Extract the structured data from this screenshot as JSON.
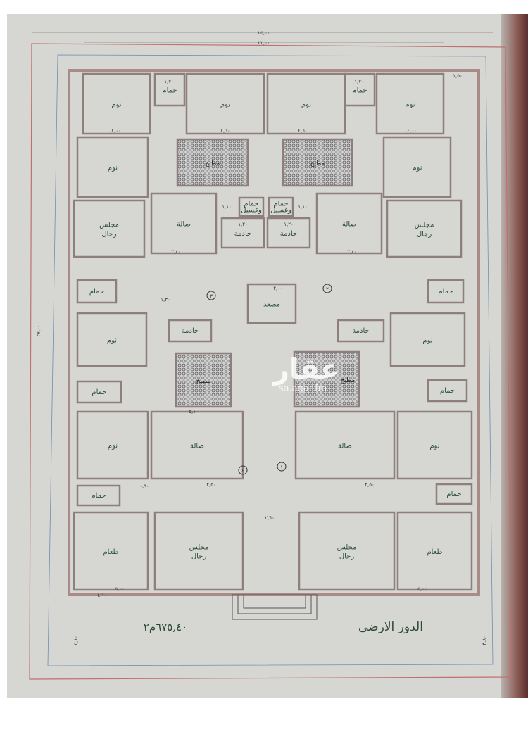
{
  "plan": {
    "title": "الدور الارضى",
    "area": "٦٧٥,٤٠م٢",
    "overall_width": "٢٥,٠٠",
    "inner_width": "٢٢,٠٠",
    "side_length": "٢٧,٠٠",
    "setback": "٣,٨٠",
    "rooms": {
      "bedroom": "نوم",
      "kitchen": "مطبخ",
      "living": "صالة",
      "majlis": "مجلس رجال",
      "bath": "حمام",
      "maid": "خادمة",
      "bath_laundry": "حمام وغسيل",
      "elevator": "مصعد",
      "dining": "طعام"
    },
    "apartment_numbers": [
      "١",
      "٢",
      "٣",
      "٤"
    ],
    "dimensions": [
      "٤,٠٠",
      "١,٧٠",
      "٤,٦٠",
      "١,٥٠",
      "٢,٤٠",
      "١,١٠",
      "١,٢٠",
      "٥,١٠",
      "٢,٦٠",
      "٢,٥٠",
      "١,٣٠",
      "٢,٠٠",
      "٥,٠٠",
      "٤,١٠",
      "٠,٩٠"
    ],
    "colors": {
      "wall": "#a88a86",
      "outline": "#c0706e",
      "accent_blue": "#6f8fb0",
      "text": "#2d4f3c"
    }
  },
  "watermark": {
    "logo": "عقار",
    "url": "sa.aqar.fm"
  }
}
